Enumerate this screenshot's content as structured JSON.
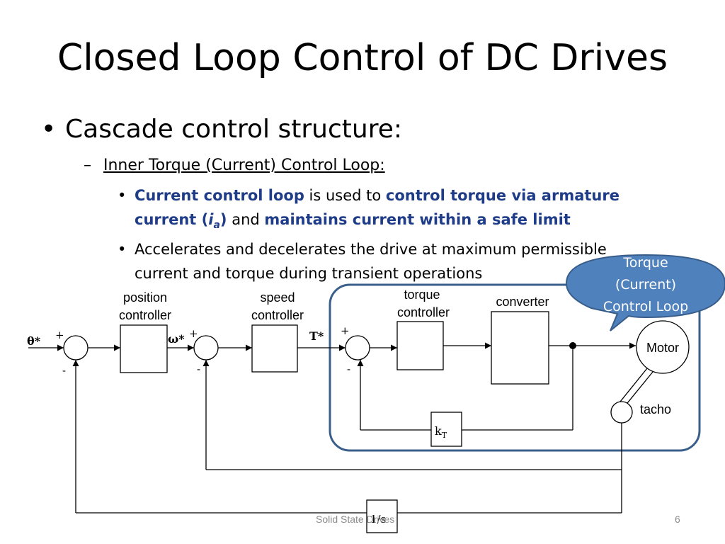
{
  "slide": {
    "title": "Closed Loop Control of DC Drives",
    "bullet1": "Cascade control structure:",
    "sub1": "Inner Torque (Current) Control Loop:",
    "point1": {
      "a": "Current control loop",
      "b": " is used to ",
      "c": "control torque via armature current (",
      "d": "i",
      "e": "a",
      "f": ")",
      "g": " and ",
      "h": "maintains current within a safe limit"
    },
    "point2": "Accelerates and decelerates the drive at maximum permissible current and torque during transient operations"
  },
  "callout": {
    "line1": "Torque",
    "line2": "(Current)",
    "line3": "Control Loop"
  },
  "diagram": {
    "label_position": "position",
    "label_controller1": "controller",
    "label_speed": "speed",
    "label_controller2": "controller",
    "label_torque": "torque",
    "label_controller3": "controller",
    "label_converter": "converter",
    "label_motor": "Motor",
    "label_tacho": "tacho",
    "theta_ref": "θ*",
    "omega_ref": "ω*",
    "torque_ref": "T*",
    "plus": "+",
    "minus": "-",
    "kt_k": "k",
    "kt_sub": "T",
    "integrator": "1/s"
  },
  "footer": {
    "text": "Solid State Drives",
    "page": "6"
  },
  "colors": {
    "accent": "#1f3c88",
    "callout_fill": "#4f81bd",
    "loop_border": "#3a5f8a"
  }
}
